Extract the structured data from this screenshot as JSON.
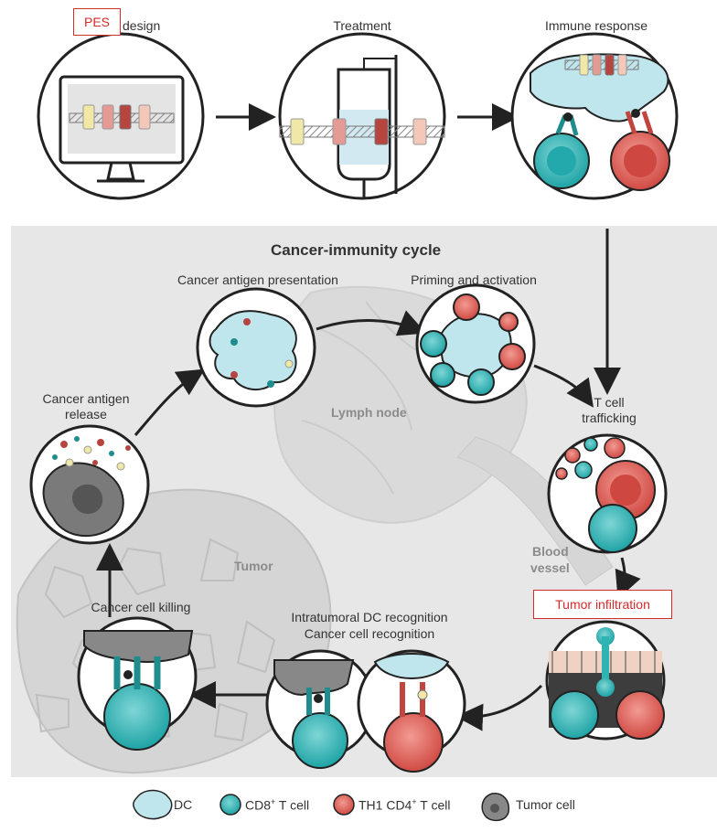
{
  "top": {
    "pes_box": "PES",
    "design": "design",
    "treatment": "Treatment",
    "immune_response": "Immune response"
  },
  "cycle": {
    "title": "Cancer-immunity cycle",
    "cancer_antigen_presentation": "Cancer antigen presentation",
    "priming_activation": "Priming and activation",
    "t_cell_trafficking_1": "T cell",
    "t_cell_trafficking_2": "trafficking",
    "tumor_infiltration": "Tumor infiltration",
    "intratumoral_1": "Intratumoral DC recognition",
    "intratumoral_2": "Cancer cell recognition",
    "cancer_cell_killing": "Cancer cell killing",
    "cancer_antigen_release_1": "Cancer antigen",
    "cancer_antigen_release_2": "release",
    "lymph_node": "Lymph node",
    "tumor": "Tumor",
    "blood_vessel_1": "Blood",
    "blood_vessel_2": "vessel"
  },
  "legend": {
    "dc": "DC",
    "cd8": "CD8",
    "cd8_sup": "+",
    "cd8_tail": " T cell",
    "th1": "TH1 CD4",
    "th1_sup": "+",
    "th1_tail": " T cell",
    "tumor_cell": "Tumor cell"
  },
  "colors": {
    "teal": "#2fb4b4",
    "red": "#d9574f",
    "dc_blue": "#bfe6ec",
    "panel_gray": "#e6e6e6",
    "annotation_red": "#d62b2b"
  }
}
